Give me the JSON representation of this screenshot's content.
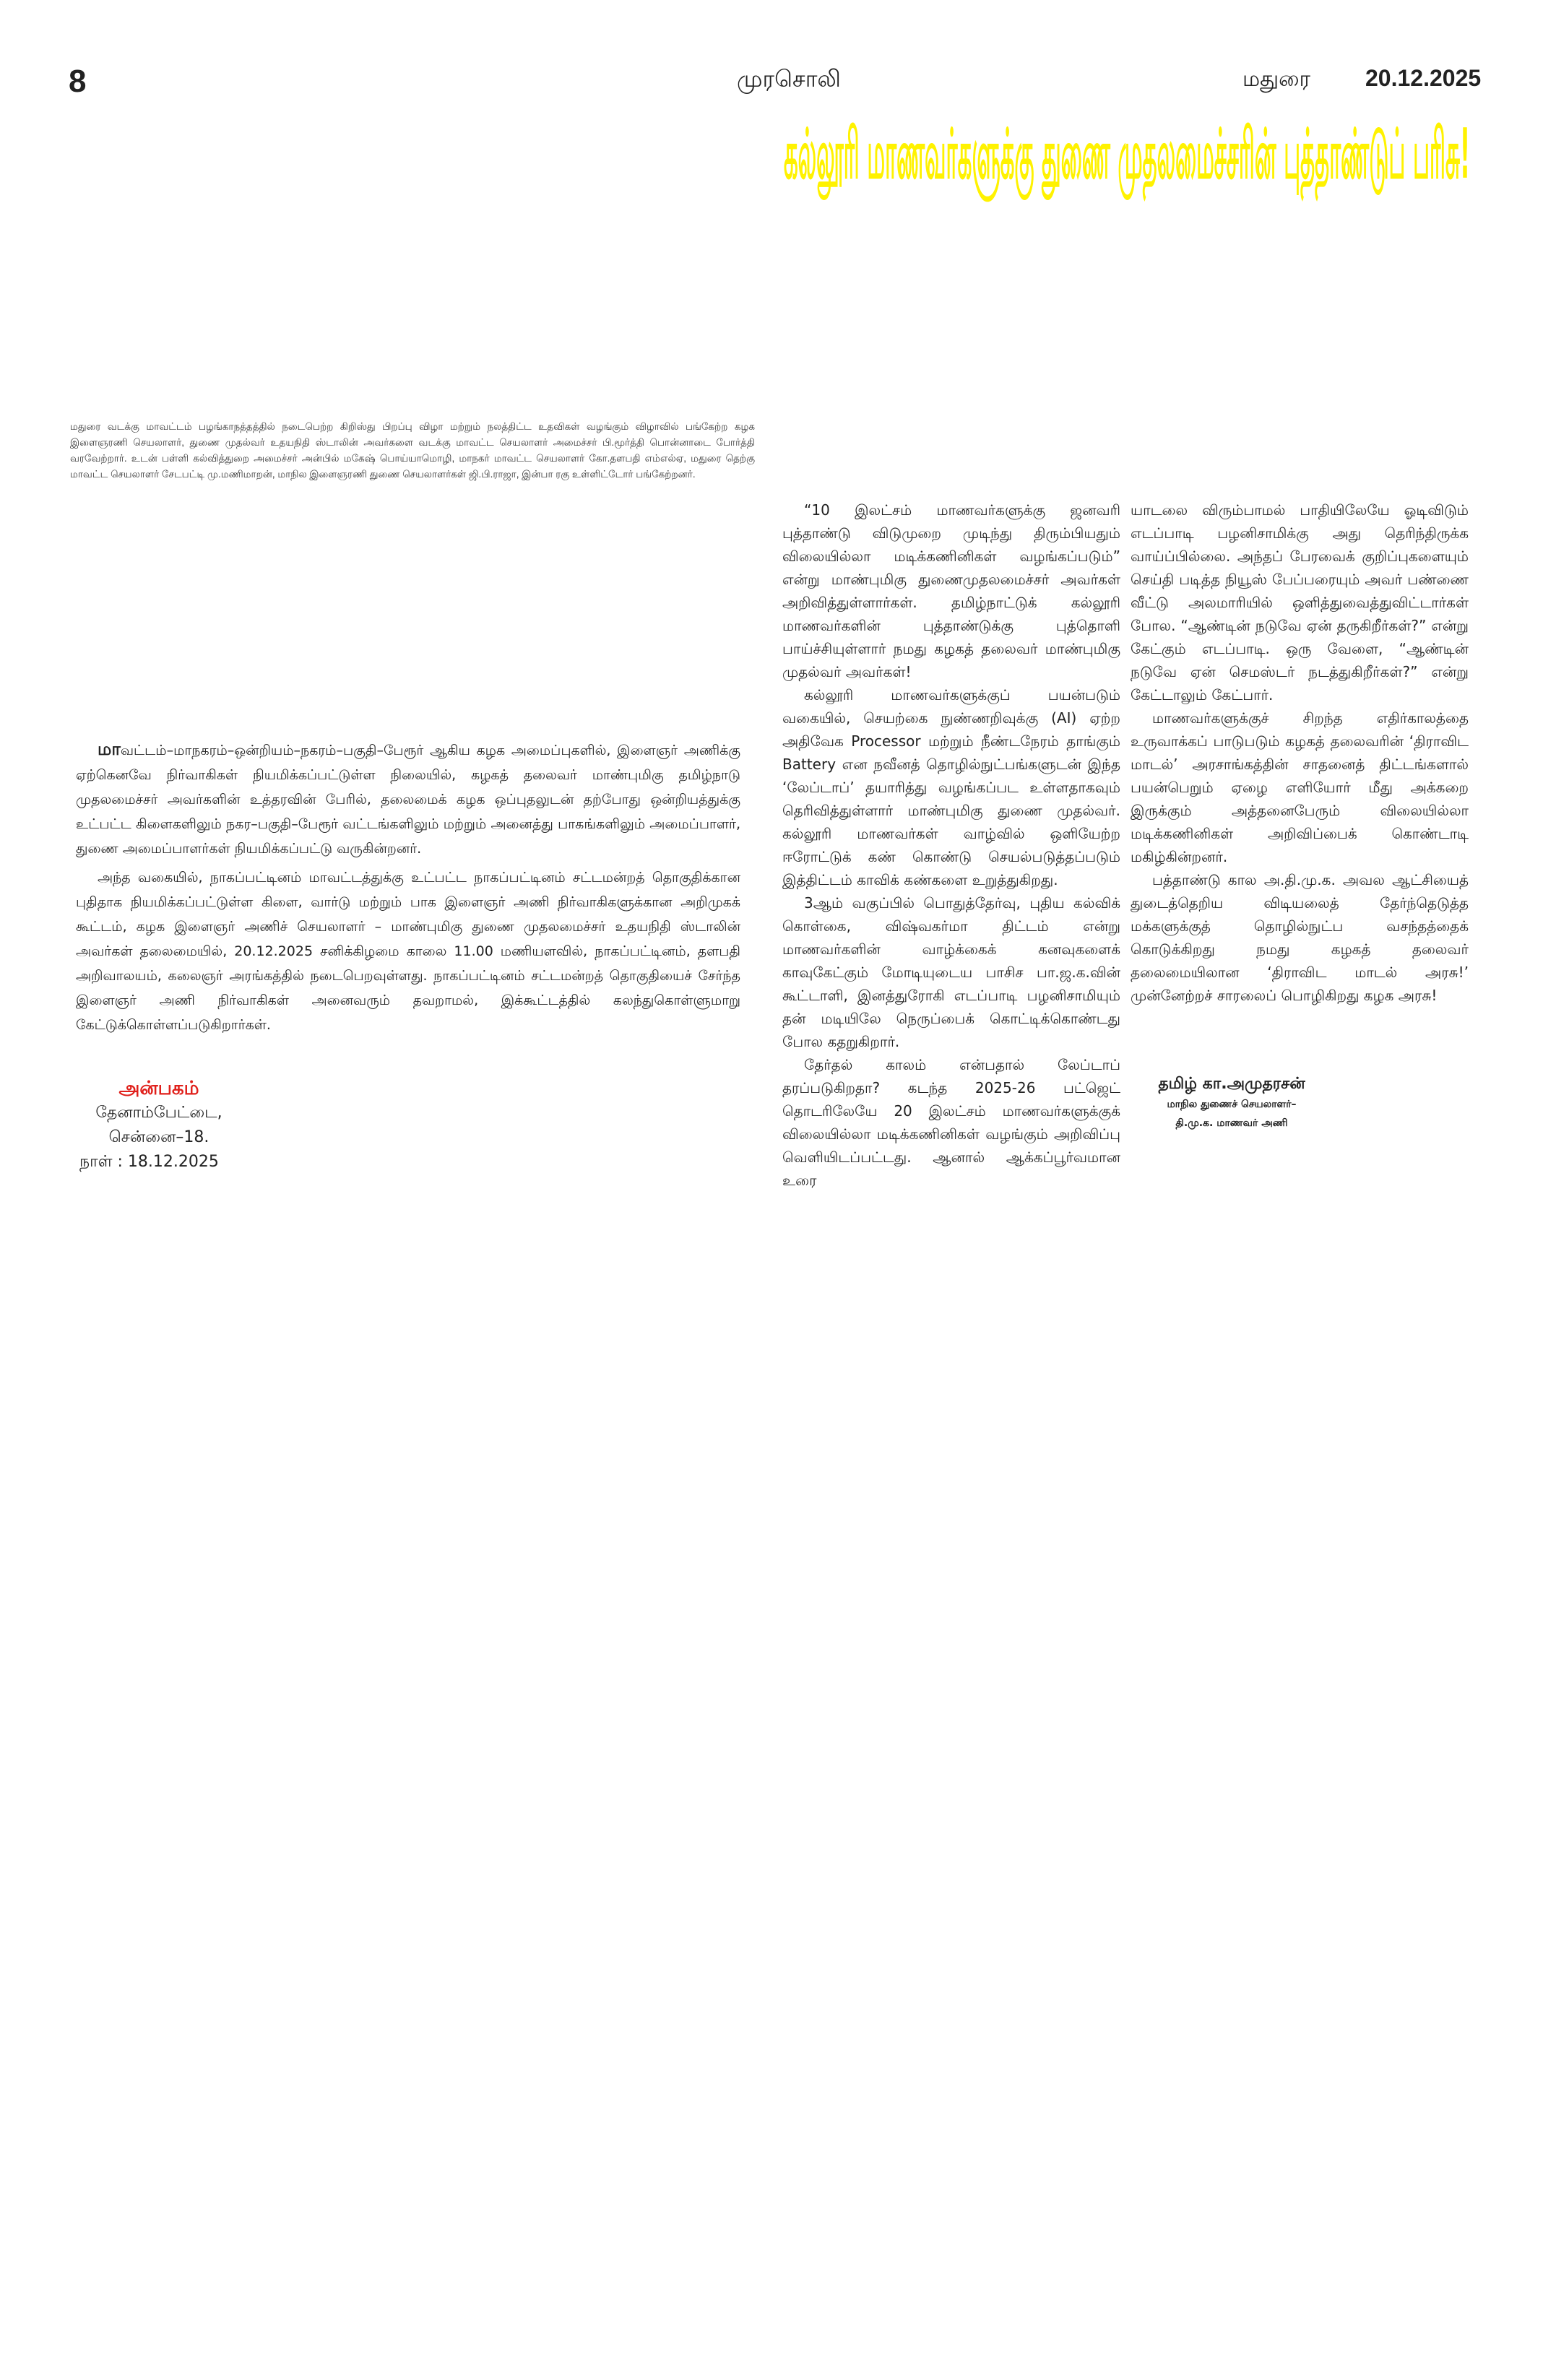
{
  "header": {
    "page_number": "8",
    "masthead": "முரசொலி",
    "city": "மதுரை",
    "date": "20.12.2025"
  },
  "headline": "கல்லூரி மாணவர்களுக்கு துணை முதலமைச்சரின் புத்தாண்டுப் பரிசு!",
  "colors": {
    "headline": "#fff200",
    "signature_org": "#e0201b"
  },
  "photo_caption": "மதுரை வடக்கு மாவட்டம் பழங்காநத்தத்தில் நடைபெற்ற கிறிஸ்து பிறப்பு விழா மற்றும் நலத்திட்ட உதவிகள் வழங்கும் விழாவில் பங்கேற்ற கழக இளைஞரணி செயலாளர், துணை முதல்வர் உதயநிதி ஸ்டாலின் அவர்களை வடக்கு மாவட்ட செயலாளர் அமைச்சர் பி.மூர்த்தி பொன்னாடை போர்த்தி வரவேற்றார். உடன் பள்ளி கல்வித்துறை அமைச்சர் அன்பில் மகேஷ் பொய்யாமொழி, மாநகர் மாவட்ட செயலாளர் கோ.தளபதி எம்எல்ஏ, மதுரை தெற்கு மாவட்ட செயலாளர் சேடபட்டி மு.மணிமாறன், மாநில இளைஞரணி துணை செயலாளர்கள் ஜி.பி.ராஜா, இன்பா ரகு உள்ளிட்டோர் பங்கேற்றனர்.",
  "left_article": {
    "dropcap": "மா",
    "para1": "வட்டம்–மாநகரம்–ஒன்றியம்–நகரம்–பகுதி–பேரூர் ஆகிய கழக அமைப்புகளில், இளைஞர் அணிக்கு ஏற்கெனவே நிர்வாகிகள் நியமிக்கப்பட்டுள்ள நிலையில், கழகத் தலைவர் மாண்புமிகு தமிழ்நாடு முதலமைச்சர் அவர்களின் உத்தரவின் பேரில், தலைமைக் கழக ஒப்புதலுடன் தற்போது ஒன்றியத்துக்கு உட்பட்ட கிளைகளிலும் நகர–பகுதி–பேரூர் வட்டங்களிலும் மற்றும் அனைத்து பாகங்களிலும் அமைப்பாளர், துணை அமைப்பாளர்கள் நியமிக்கப்பட்டு வருகின்றனர்.",
    "para2": "அந்த வகையில், நாகப்பட்டினம் மாவட்டத்துக்கு உட்பட்ட நாகப்பட்டினம் சட்டமன்றத் தொகுதிக்கான புதிதாக நியமிக்கப்பட்டுள்ள கிளை, வார்டு மற்றும் பாக இளைஞர் அணி நிர்வாகிகளுக்கான அறிமுகக் கூட்டம், கழக இளைஞர் அணிச் செயலாளர் – மாண்புமிகு துணை முதலமைச்சர் உதயநிதி ஸ்டாலின் அவர்கள் தலைமையில், 20.12.2025 சனிக்கிழமை காலை 11.00 மணியளவில், நாகப்பட்டினம், தளபதி அறிவாலயம், கலைஞர் அரங்கத்தில் நடைபெறவுள்ளது. நாகப்பட்டினம் சட்டமன்றத் தொகுதியைச் சேர்ந்த இளைஞர் அணி நிர்வாகிகள் அனைவரும் தவறாமல், இக்கூட்டத்தில் கலந்துகொள்ளுமாறு கேட்டுக்கொள்ளப்படுகிறார்கள்.",
    "signature": {
      "org": "அன்பகம்",
      "address1": "தேனாம்பேட்டை,",
      "address2": "சென்னை–18.",
      "date": "நாள் :  18.12.2025"
    }
  },
  "right_article": {
    "col1": [
      "“10 இலட்சம் மாணவர்களுக்கு ஜனவரி புத்தாண்டு விடுமுறை முடிந்து திரும்பியதும் விலையில்லா மடிக்கணினிகள் வழங்கப்படும்” என்று மாண்புமிகு துணைமுதலமைச்சர் அவர்கள் அறிவித்துள்ளார்கள். தமிழ்நாட்டுக் கல்லூரி மாணவர்களின் புத்தாண்டுக்கு புத்தொளி பாய்ச்சியுள்ளார் நமது கழகத் தலைவர் மாண்புமிகு முதல்வர் அவர்கள்!",
      "கல்லூரி மாணவர்களுக்குப் பயன்படும் வகையில், செயற்கை நுண்ணறிவுக்கு (AI) ஏற்ற அதிவேக Processor மற்றும் நீண்டநேரம் தாங்கும் Battery என நவீனத் தொழில்நுட்பங்களுடன் இந்த ‘லேப்டாப்’ தயாரித்து வழங்கப்பட உள்ளதாகவும் தெரிவித்துள்ளார் மாண்புமிகு துணை முதல்வர். கல்லூரி மாணவர்கள் வாழ்வில் ஒளியேற்ற ஈரோட்டுக் கண் கொண்டு செயல்படுத்தப்படும் இத்திட்டம் காவிக் கண்களை உறுத்துகிறது.",
      "3ஆம் வகுப்பில் பொதுத்தேர்வு, புதிய கல்விக் கொள்கை, விஷ்வகர்மா திட்டம் என்று மாணவர்களின் வாழ்க்கைக் கனவுகளைக் காவுகேட்கும் மோடியுடைய பாசிச பா.ஜ.க.வின் கூட்டாளி, இனத்துரோகி எடப்பாடி பழனிசாமியும் தன் மடியிலே நெருப்பைக் கொட்டிக்கொண்டது போல கதறுகிறார்.",
      "தேர்தல் காலம் என்பதால் லேப்டாப் தரப்படுகிறதா? கடந்த 2025-26 பட்ஜெட் தொடரிலேயே 20 இலட்சம் மாணவர்களுக்குக் விலையில்லா மடிக்கணினிகள் வழங்கும் அறிவிப்பு வெளியிடப்பட்டது. ஆனால் ஆக்கப்பூர்வமான உரை"
    ],
    "col2": [
      "யாடலை விரும்பாமல் பாதியிலேயே ஓடிவிடும் எடப்பாடி பழனிசாமிக்கு அது தெரிந்திருக்க வாய்ப்பில்லை. அந்தப் பேரவைக் குறிப்புகளையும் செய்தி படித்த நியூஸ் பேப்பரையும் அவர் பண்ணை வீட்டு அலமாரியில் ஒளித்துவைத்துவிட்டார்கள் போல. “ஆண்டின் நடுவே ஏன் தருகிறீர்கள்?” என்று கேட்கும் எடப்பாடி. ஒரு வேளை, “ஆண்டின் நடுவே ஏன் செமஸ்டர் நடத்துகிறீர்கள்?” என்று கேட்டாலும் கேட்பார்.",
      "மாணவர்களுக்குச் சிறந்த எதிர்காலத்தை உருவாக்கப் பாடுபடும் கழகத் தலைவரின் ‘திராவிட மாடல்’ அரசாங்கத்தின் சாதனைத் திட்டங்களால் பயன்பெறும் ஏழை எளியோர் மீது அக்கறை இருக்கும் அத்தனைபேரும் விலையில்லா மடிக்கணினிகள் அறிவிப்பைக் கொண்டாடி மகிழ்கின்றனர்.",
      "பத்தாண்டு கால அ.தி.மு.க. அவல ஆட்சியைத் துடைத்தெறிய விடியலைத் தேர்ந்தெடுத்த மக்களுக்குத் தொழில்நுட்ப வசந்தத்தைக் கொடுக்கிறது நமது கழகத் தலைவர் தலைமையிலான ‘திராவிட மாடல் அரசு!’ முன்னேற்றச் சாரலைப் பொழிகிறது கழக அரசு!"
    ],
    "signature": {
      "name": "தமிழ் கா.அமுதரசன்",
      "designation1": "மாநில துணைச் செயலாளர்–",
      "designation2": "தி.மு.க. மாணவர் அணி"
    }
  }
}
